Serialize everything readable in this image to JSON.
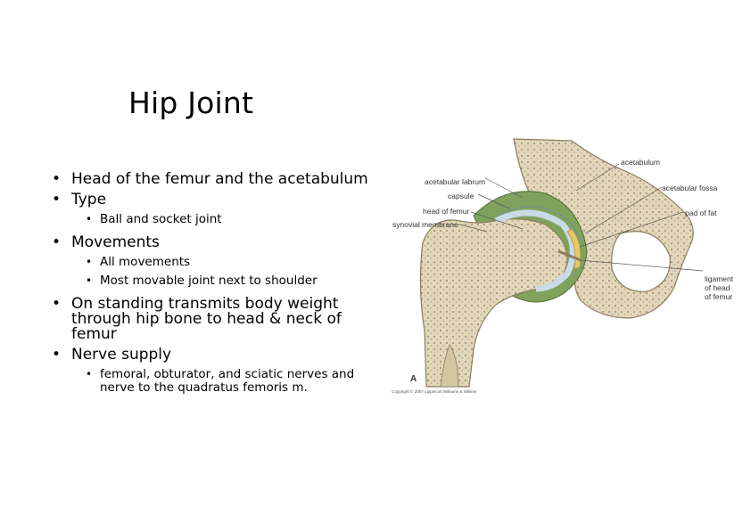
{
  "slide": {
    "title": "Hip Joint",
    "bullets": [
      {
        "text": "Head of the femur and the acetabulum",
        "sub": []
      },
      {
        "text": "Type",
        "sub": [
          "Ball and socket joint"
        ]
      },
      {
        "text": "Movements",
        "sub": [
          "All movements",
          "Most movable joint next to shoulder"
        ]
      },
      {
        "text": "On standing transmits body weight through hip bone to head & neck of femur",
        "sub": []
      },
      {
        "text": "Nerve supply",
        "sub": [
          "femoral, obturator, and sciatic nerves and nerve to the quadratus femoris m."
        ]
      }
    ]
  },
  "figure": {
    "labels": {
      "acetabulum": "acetabulum",
      "acetabular_labrum": "acetabular labrum",
      "acetabular_fossa": "acetabular fossa",
      "capsule": "capsule",
      "head_of_femur": "head of femur",
      "pad_of_fat": "pad of fat",
      "synovial_membrane": "synovial membrane",
      "ligament_1": "ligament",
      "ligament_2": "of head",
      "ligament_3": "of femur",
      "panel": "A",
      "copyright": "Copyright © 2007 Lippincott Williams & Wilkins"
    },
    "colors": {
      "bone": "#e6dcc3",
      "bone_dark": "#b5a784",
      "synovial": "#7fa25c",
      "cartilage": "#c9dbe6",
      "fat": "#e7c86a"
    }
  }
}
